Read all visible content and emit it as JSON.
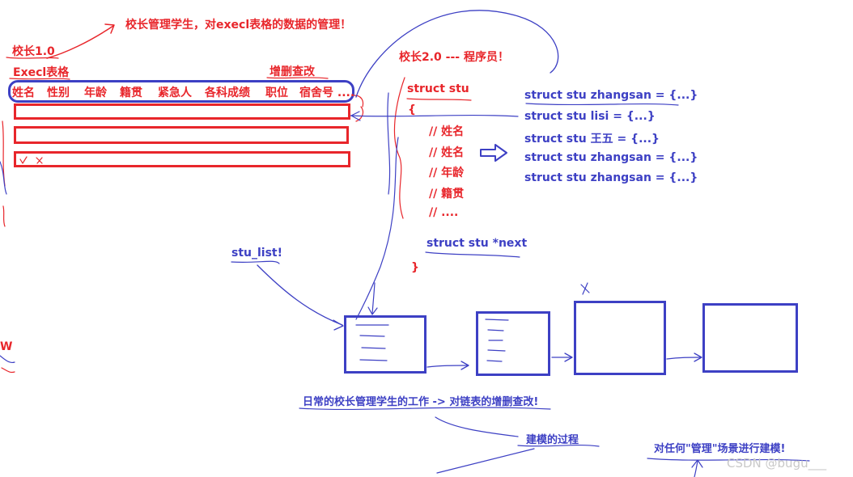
{
  "left": {
    "version_label": "校长1.0",
    "top_note": "校长管理学生，对execl表格的数据的管理！",
    "sheet_label": "Execl表格",
    "crud_label": "增删查改",
    "columns": [
      "姓名",
      "性别",
      "年龄",
      "籍贯",
      "紧急人",
      "各科成绩",
      "职位",
      "宿舍号 ...."
    ],
    "partial_edge_text": "W"
  },
  "middle": {
    "version_label": "校长2.0 --- 程序员！",
    "struct_head": "struct stu",
    "open_brace": "{",
    "fields": [
      "// 姓名",
      "// 姓名",
      "// 年龄",
      "// 籍贯",
      "// ...."
    ],
    "next_field": "struct stu *next",
    "close_brace": "}"
  },
  "right": {
    "instances": [
      "struct stu zhangsan = {...}",
      "struct stu lisi = {...}",
      "struct stu 王五 = {...}",
      "struct stu zhangsan = {...}",
      "struct stu zhangsan = {...}"
    ]
  },
  "list": {
    "label": "stu_list!"
  },
  "bottom": {
    "daily_work": "日常的校长管理学生的工作 -> 对链表的增删查改!",
    "modeling": "建模的过程",
    "any_management": "对任何\"管理\"场景进行建模!",
    "watermark": "CSDN @bugu___"
  },
  "colors": {
    "red": "#e8262b",
    "blue": "#3d40c4",
    "navy": "#2e3a9c"
  }
}
